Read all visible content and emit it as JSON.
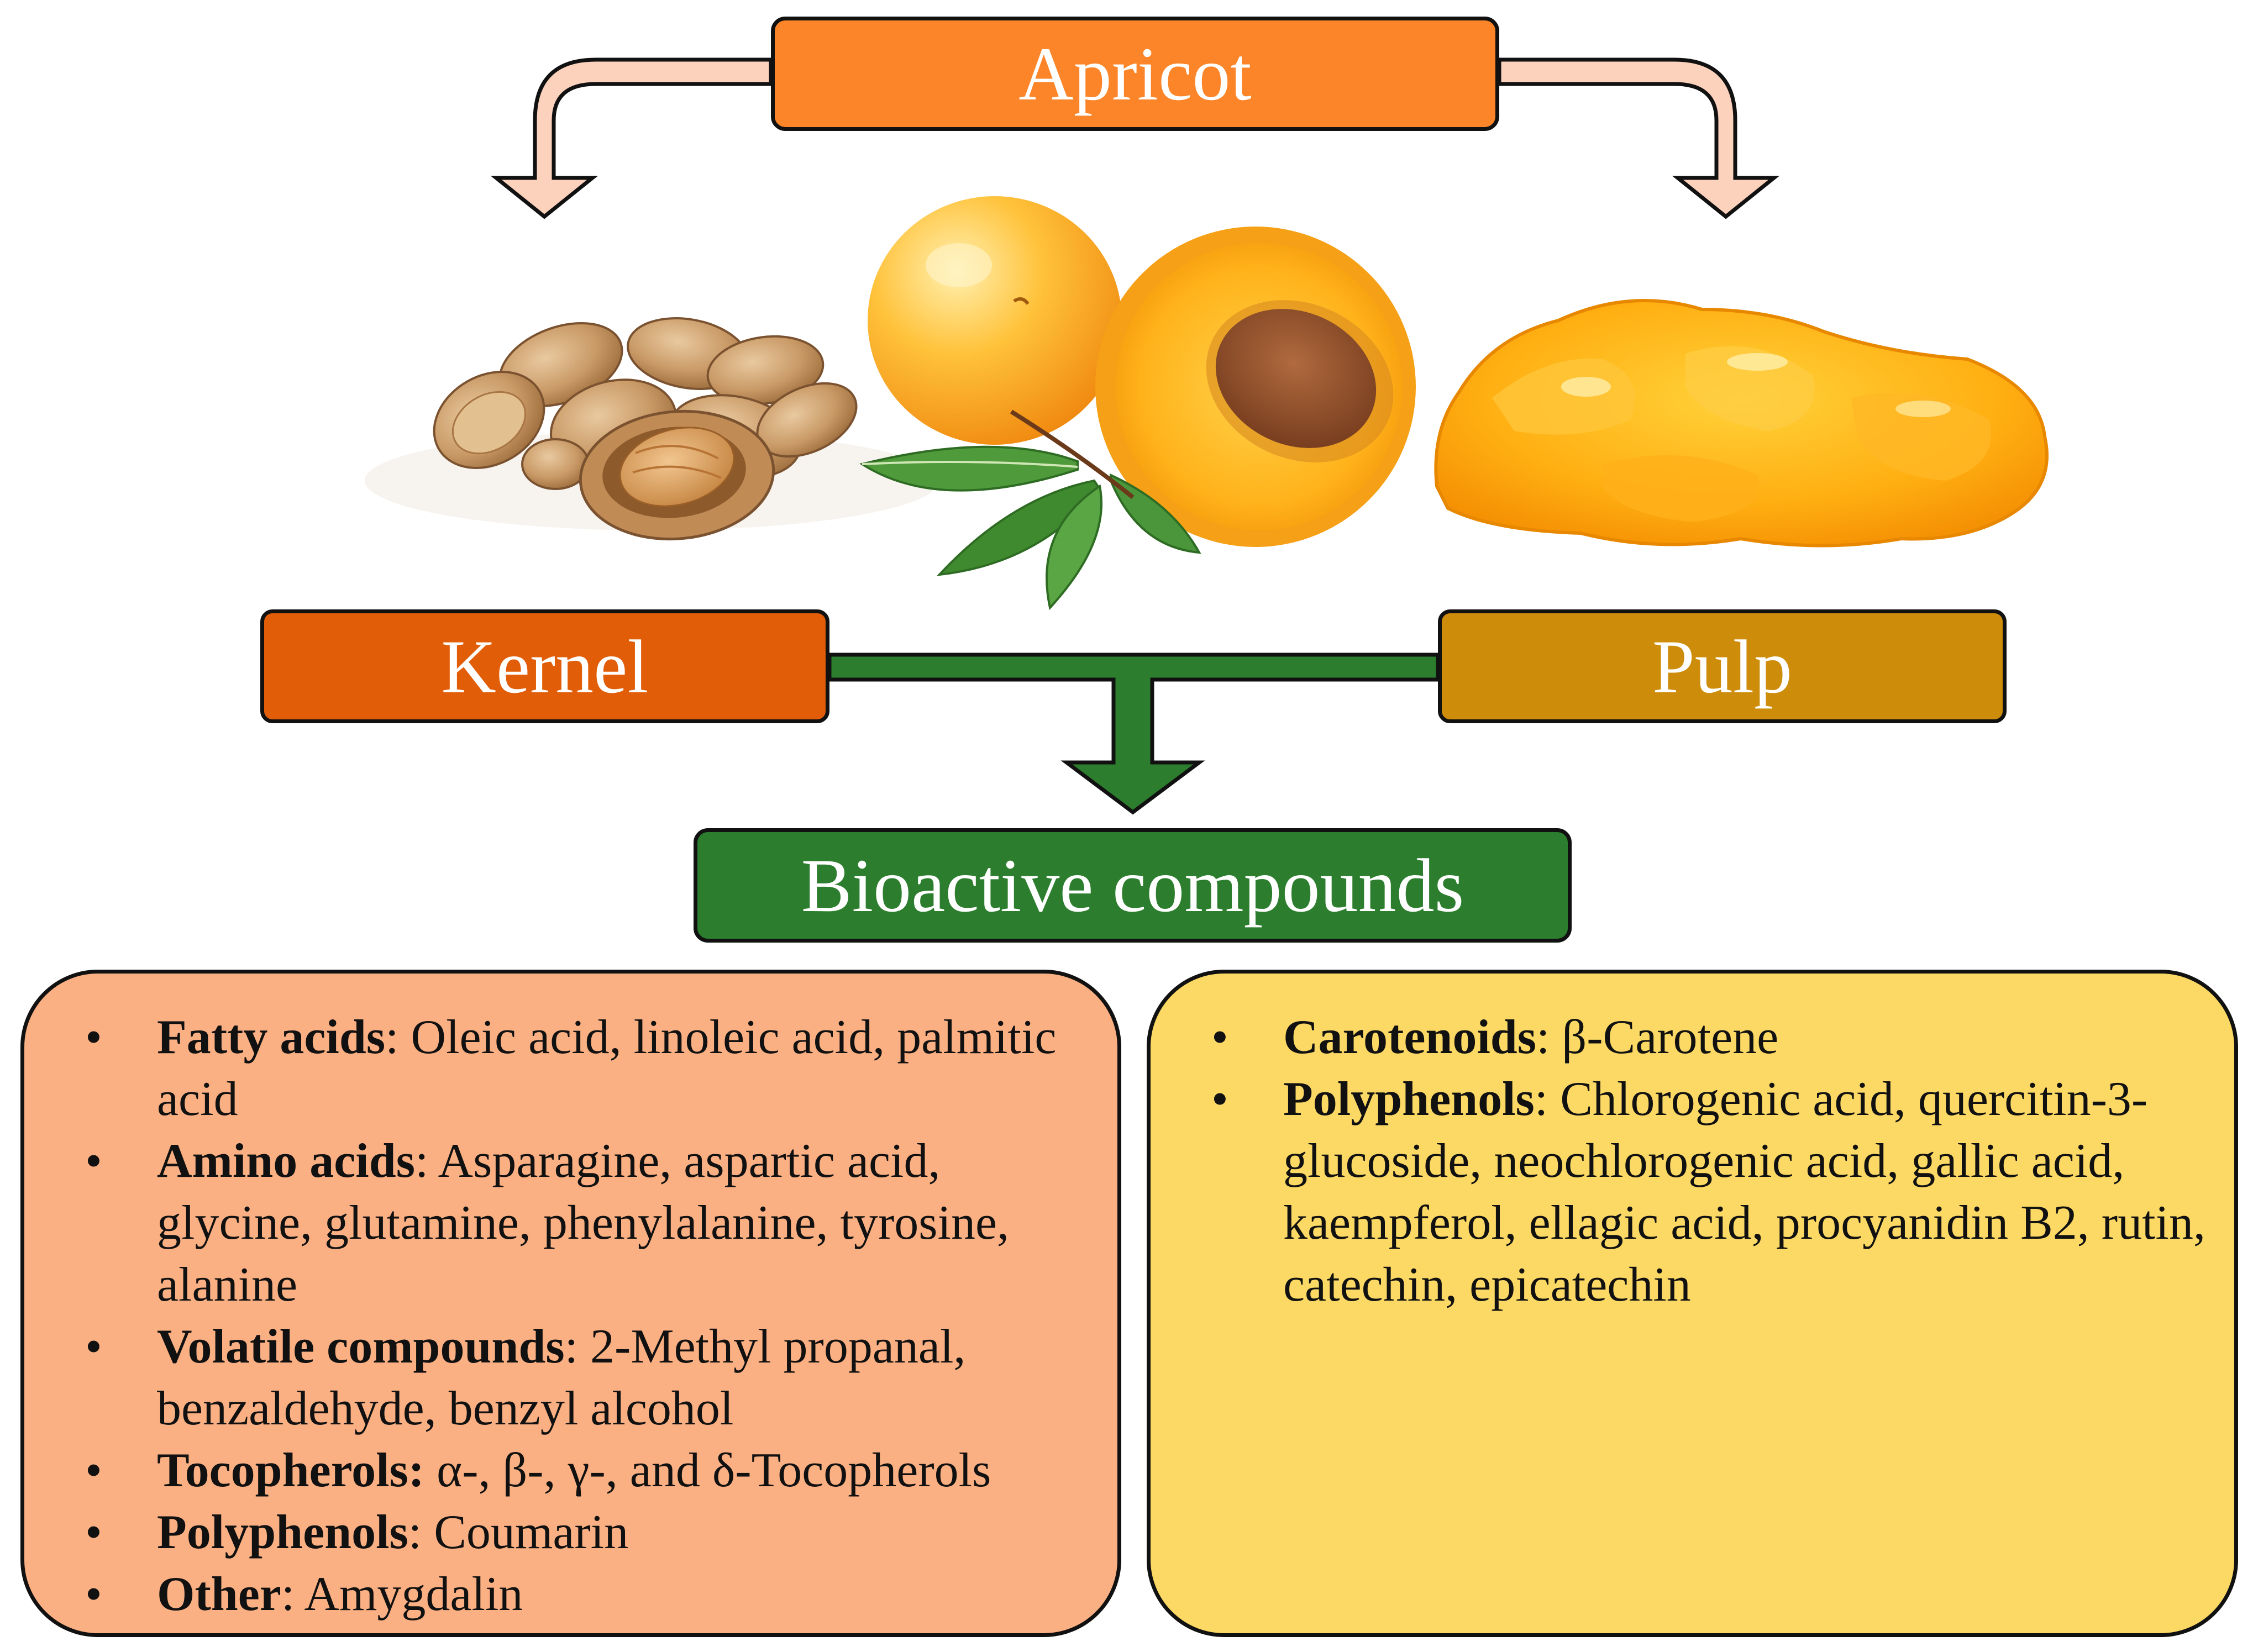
{
  "header": {
    "title": "Apricot"
  },
  "sources": {
    "kernel": "Kernel",
    "pulp": "Pulp"
  },
  "result": {
    "label": "Bioactive compounds"
  },
  "images": {
    "kernel": "apricot-kernels-photo",
    "fruit": "apricot-fruit-with-leaves-photo",
    "pulp": "apricot-pulp-photo"
  },
  "kernel_compounds": [
    {
      "category": "Fatty acids",
      "sep": ": ",
      "items": "Oleic acid, linoleic acid, palmitic acid"
    },
    {
      "category": "Amino acids",
      "sep": ": ",
      "items": "Asparagine, aspartic acid, glycine, glutamine, phenylalanine, tyrosine, alanine"
    },
    {
      "category": "Volatile compounds",
      "sep": ": ",
      "items": "2-Methyl propanal, benzaldehyde, benzyl alcohol"
    },
    {
      "category": "Tocopherols:",
      "sep": " ",
      "items": "α-, β-, γ-, and δ-Tocopherols"
    },
    {
      "category": "Polyphenols",
      "sep": ": ",
      "items": "Coumarin"
    },
    {
      "category": "Other",
      "sep": ": ",
      "items": "Amygdalin"
    }
  ],
  "pulp_compounds": [
    {
      "category": "Carotenoids",
      "sep": ": ",
      "items": "β-Carotene"
    },
    {
      "category": "Polyphenols",
      "sep": ": ",
      "items": "Chlorogenic acid, quercitin-3-glucoside, neochlorogenic acid, gallic acid, kaempferol, ellagic acid, procyanidin B2, rutin, catechin, epicatechin"
    }
  ],
  "bullet": "•",
  "colors": {
    "apricot_box": "#fb8528",
    "kernel_box": "#e15d08",
    "pulp_box": "#cd8c0a",
    "bioactive_box": "#2c7d2d",
    "kernel_panel": "#fbb083",
    "pulp_panel": "#fcd965",
    "upper_arrows": "#fcd2bd",
    "green_connector": "#2c7d2d"
  }
}
